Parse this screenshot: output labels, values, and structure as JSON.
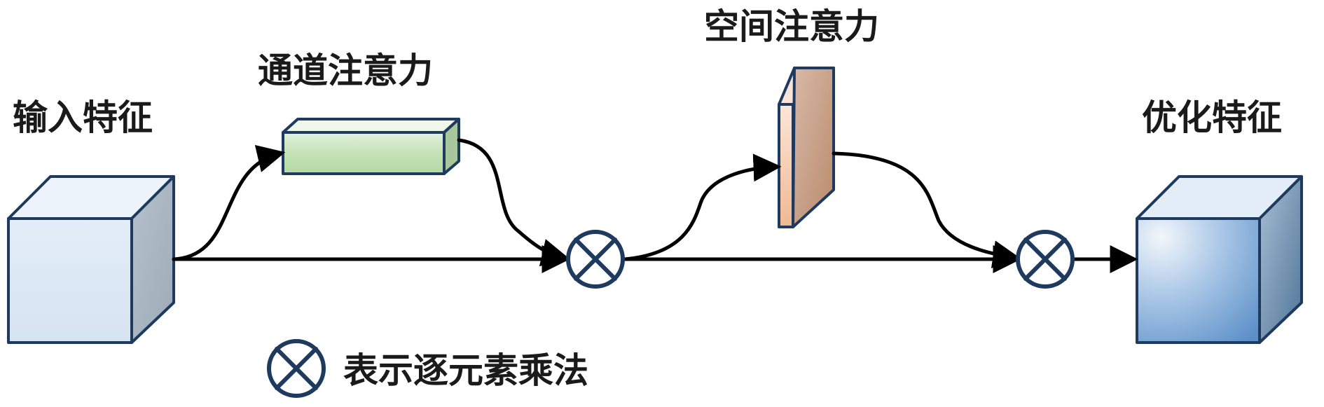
{
  "labels": {
    "input_feature": "输入特征",
    "channel_attention": "通道注意力",
    "spatial_attention": "空间注意力",
    "refined_feature": "优化特征",
    "legend_text": "表示逐元素乘法"
  },
  "icons": {
    "operator": "circled-times-icon"
  },
  "colors": {
    "stroke": "#1f3a5f",
    "arrow": "#000000",
    "input_cube_front": "#dbe7f5",
    "input_cube_side": "#a9b6c2",
    "channel_block_front": "#cfe6c6",
    "spatial_block_front": "#c79c80",
    "output_cube_front": "#7aa7d8"
  }
}
